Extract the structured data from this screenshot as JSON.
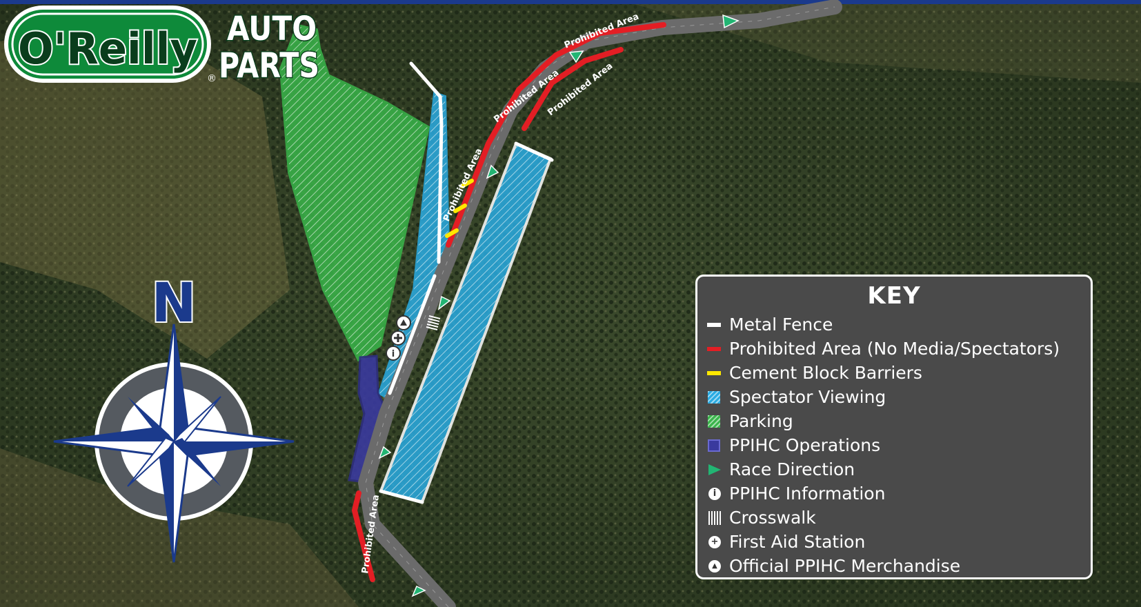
{
  "map": {
    "route_labels": [
      "Prohibited Area",
      "Prohibited Area",
      "Prohibited Area",
      "Prohibited Area",
      "Prohibited Area"
    ],
    "compass_letter": "N",
    "colors": {
      "fence": "#ffffff",
      "prohibited": "#e31e24",
      "cement": "#ffe800",
      "spectator": "#29abe2",
      "parking": "#39b54a",
      "operations": "#3a3a9e",
      "race_direction": "#22b573",
      "road": "#6b6b6b",
      "header_bar": "#1b3a8c"
    }
  },
  "logo": {
    "brand": "O'Reilly",
    "line1": "AUTO",
    "line2": "PARTS",
    "registered": "®",
    "colors": {
      "green": "#0e8a3a",
      "outline": "#ffffff",
      "text": "#ffffff",
      "dark": "#0a3d1c"
    }
  },
  "key": {
    "title": "KEY",
    "items": [
      {
        "label": "Metal Fence",
        "icon": "fence-line",
        "color": "#ffffff"
      },
      {
        "label": "Prohibited Area (No Media/Spectators)",
        "icon": "prohibited-line",
        "color": "#e31e24"
      },
      {
        "label": "Cement Block Barriers",
        "icon": "cement-line",
        "color": "#ffe800"
      },
      {
        "label": "Spectator Viewing",
        "icon": "spectator-box",
        "color": "#29abe2"
      },
      {
        "label": "Parking",
        "icon": "parking-box",
        "color": "#39b54a"
      },
      {
        "label": "PPIHC Operations",
        "icon": "operations-box",
        "color": "#3a3a9e"
      },
      {
        "label": "Race Direction",
        "icon": "race-direction-arrow",
        "color": "#22b573"
      },
      {
        "label": "PPIHC Information",
        "icon": "info-icon",
        "glyph": "i"
      },
      {
        "label": "Crosswalk",
        "icon": "crosswalk-icon"
      },
      {
        "label": "First Aid Station",
        "icon": "first-aid-icon",
        "glyph": "+"
      },
      {
        "label": "Official PPIHC Merchandise",
        "icon": "merchandise-icon",
        "glyph": "▲"
      }
    ]
  }
}
